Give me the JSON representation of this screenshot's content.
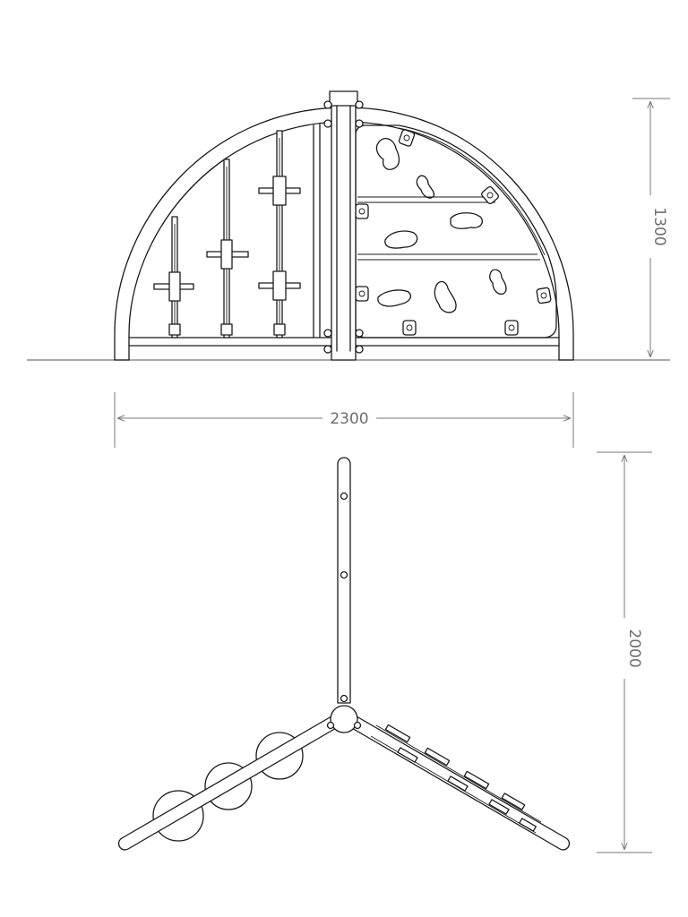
{
  "dimensions": {
    "width": "2300",
    "height": "1300",
    "depth": "2000"
  },
  "colors": {
    "line": "#1a1a1a",
    "dimension": "#777777",
    "background": "#ffffff"
  }
}
